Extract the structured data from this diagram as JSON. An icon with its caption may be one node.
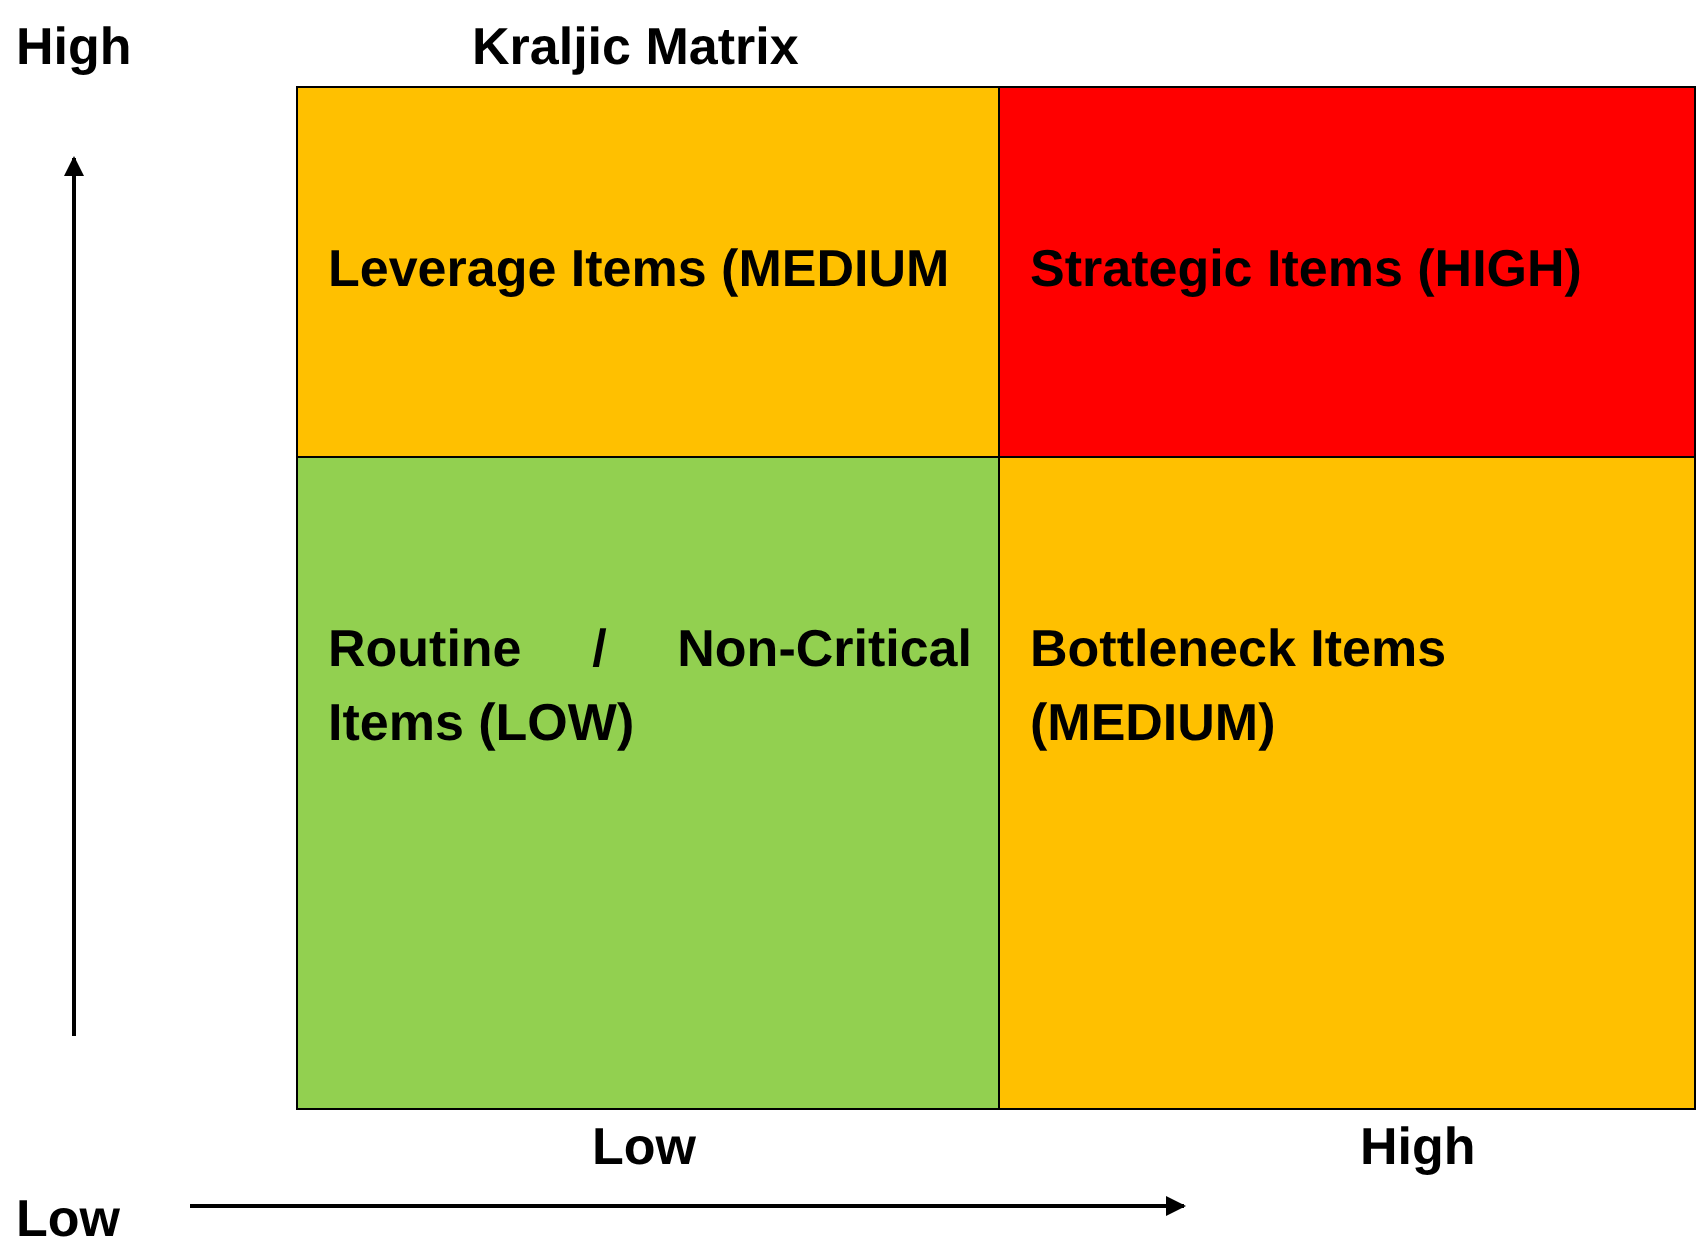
{
  "diagram": {
    "title": "Kraljic Matrix",
    "nodes": [
      {
        "text": [
          "Leverage Items (MEDIUM"
        ]
      },
      {
        "text": [
          "Strategic Items (HIGH)"
        ]
      },
      {
        "text": [
          "Routine / Non-Critical Items (LOW)"
        ]
      },
      {
        "text": [
          "Bottleneck Items (MEDIUM)"
        ]
      }
    ],
    "labels": [
      "High",
      "Low",
      "High",
      "Low"
    ]
  }
}
